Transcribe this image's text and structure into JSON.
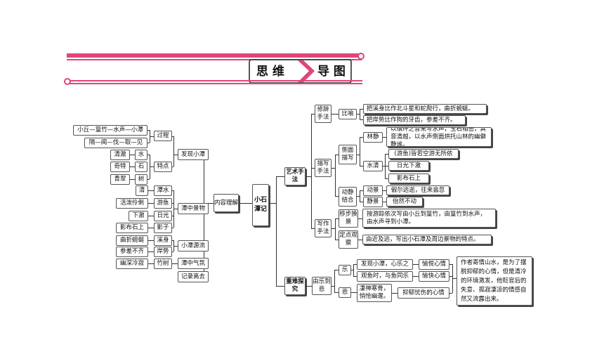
{
  "banner": {
    "title_left": "思 维",
    "title_right": "导 图",
    "accent": "#e0457b"
  },
  "center": "小石潭记",
  "branch_content": "内容理解",
  "branch_art": "艺术手法",
  "branch_difficult": "重难探究",
  "content": {
    "discover": {
      "label": "发现小潭",
      "process": {
        "label": "过程",
        "items": [
          "小丘—篁竹—水声—小潭",
          "隔—闻—伐—取—见"
        ]
      },
      "features": {
        "label": "特点",
        "rows": [
          [
            "清澈",
            "水"
          ],
          [
            "奇特",
            "石"
          ],
          [
            "青翠",
            "树"
          ]
        ]
      }
    },
    "scenery": {
      "label": "潭中景物",
      "rows": [
        [
          "清",
          "潭水"
        ],
        [
          "活泼伶俐",
          "游鱼"
        ],
        [
          "下澈",
          "日光"
        ],
        [
          "影布石上",
          "影子"
        ]
      ]
    },
    "source": {
      "label": "小潭源流",
      "rows": [
        [
          "曲折蜿蜒",
          "溪身"
        ],
        [
          "参差不齐",
          "岸势"
        ]
      ]
    },
    "atmosphere": {
      "label": "潭中气氛",
      "pair": [
        "幽深冷寂",
        "竹树"
      ]
    },
    "leave": "记录离去"
  },
  "art": {
    "rhetoric": {
      "label": "修辞手法",
      "metaphor": {
        "label": "比喻",
        "items": [
          "把溪身比作北斗星和蛇爬行，曲折蜿蜒。",
          "把岸势比作狗的牙齿，参差不齐。"
        ]
      }
    },
    "description": {
      "label": "描写手法",
      "side": {
        "label": "侧面描写",
        "forest": {
          "label": "林静",
          "text": "以環环之音来写水声，玉石相击，其音清越，以水声侧面烘托山林的幽僻静谧。"
        },
        "water": {
          "label": "水清",
          "items": [
            "(游鱼)皆若空游无所依",
            "日光下澈",
            "影布石上"
          ]
        }
      },
      "motion": {
        "label": "动静结合",
        "dynamic": {
          "label": "动景",
          "text": "俶尔远逝，往来翕忽"
        },
        "static": {
          "label": "静景",
          "text": "佁然不动"
        }
      }
    },
    "writing": {
      "label": "写作手法",
      "moving": {
        "label": "移步换景",
        "text": "按游踪依次写由小丘到篁竹，由篁竹到水声，由水声寻到小潭。"
      },
      "fixed": {
        "label": "定点观察",
        "text": "由近及远，写出小石潭及周边景物的特点。"
      }
    }
  },
  "difficult": {
    "joy_sorrow": "由乐到悲",
    "joy": {
      "label": "乐",
      "rows": [
        [
          "发现小潭，心乐之",
          "愉悦心情"
        ],
        [
          "观鱼时，与鱼同乐",
          "愉快心情"
        ]
      ]
    },
    "sorrow": {
      "label": "悲",
      "text": "凄神寒骨，悄怆幽邃。",
      "feeling": "抑郁忧伤的心情"
    },
    "summary": "作者寄情山水，是为了摆脱抑郁的心情，但是清冷的环境激发，他贬官后的失意、孤寂凄凉的情感自然又流露出来。"
  }
}
